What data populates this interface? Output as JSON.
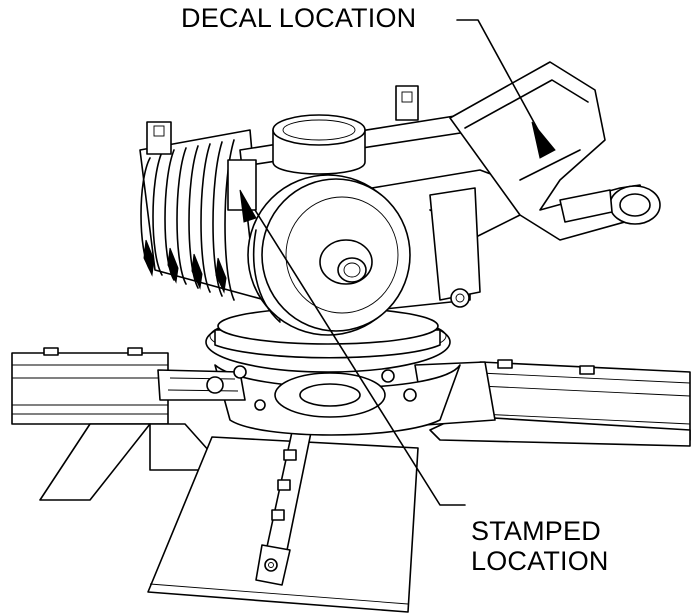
{
  "labels": {
    "decal": "DECAL LOCATION",
    "stamped_line1": "STAMPED",
    "stamped_line2": "LOCATION"
  }
}
